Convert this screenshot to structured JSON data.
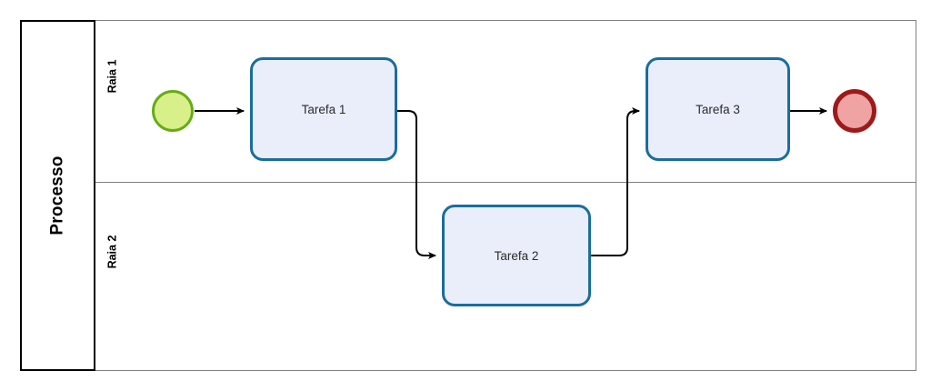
{
  "diagram": {
    "type": "bpmn-swimlane",
    "pool": {
      "label": "Processo",
      "border_color": "#000000"
    },
    "lanes": [
      {
        "id": "lane-1",
        "label": "Raia 1"
      },
      {
        "id": "lane-2",
        "label": "Raia 2"
      }
    ],
    "nodes": [
      {
        "id": "start-event",
        "kind": "start-event",
        "label": "",
        "lane": "Raia 1",
        "fill": "#d7f08a",
        "stroke": "#67ab16"
      },
      {
        "id": "task-tarefa-1",
        "kind": "task",
        "label": "Tarefa 1",
        "lane": "Raia 1",
        "fill": "#eaeefb",
        "stroke": "#1a6d9e"
      },
      {
        "id": "task-tarefa-2",
        "kind": "task",
        "label": "Tarefa 2",
        "lane": "Raia 2",
        "fill": "#eaeefb",
        "stroke": "#1a6d9e"
      },
      {
        "id": "task-tarefa-3",
        "kind": "task",
        "label": "Tarefa 3",
        "lane": "Raia 1",
        "fill": "#eaeefb",
        "stroke": "#1a6d9e"
      },
      {
        "id": "end-event",
        "kind": "end-event",
        "label": "",
        "lane": "Raia 1",
        "fill": "#efa3a3",
        "stroke": "#9c1a1a"
      }
    ],
    "flows": [
      {
        "id": "flow-start-to-tarefa-1",
        "from": "start-event",
        "to": "task-tarefa-1",
        "label": ""
      },
      {
        "id": "flow-tarefa-1-to-tarefa-2",
        "from": "task-tarefa-1",
        "to": "task-tarefa-2",
        "label": ""
      },
      {
        "id": "flow-tarefa-2-to-tarefa-3",
        "from": "task-tarefa-2",
        "to": "task-tarefa-3",
        "label": ""
      },
      {
        "id": "flow-tarefa-3-to-end",
        "from": "task-tarefa-3",
        "to": "end-event",
        "label": ""
      }
    ]
  }
}
